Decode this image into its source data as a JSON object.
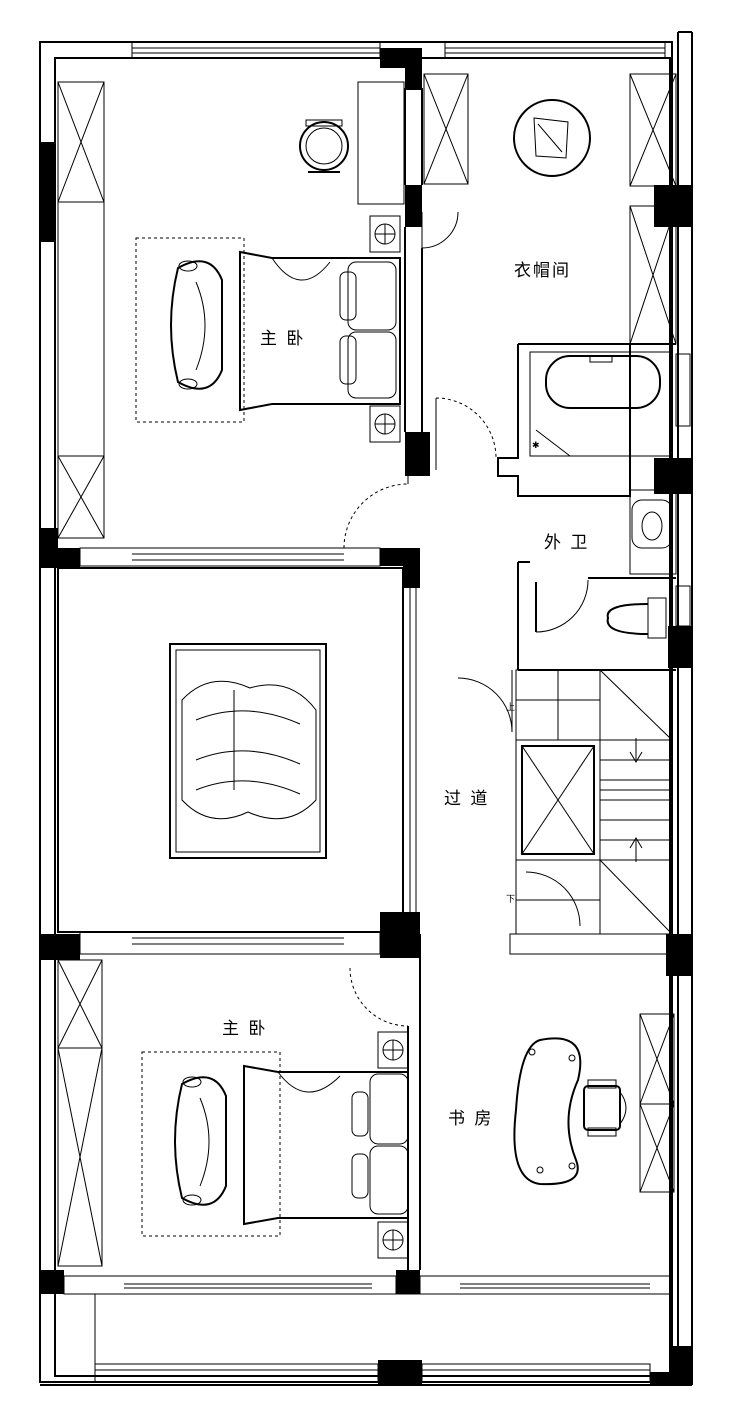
{
  "rooms": {
    "master_bedroom_upper": "主 卧",
    "cloakroom": "衣帽间",
    "guest_bathroom": "外 卫",
    "corridor": "过 道",
    "master_bedroom_lower": "主 卧",
    "study": "书 房"
  },
  "stairs": {
    "up_mark": "上",
    "down_mark": "下"
  }
}
